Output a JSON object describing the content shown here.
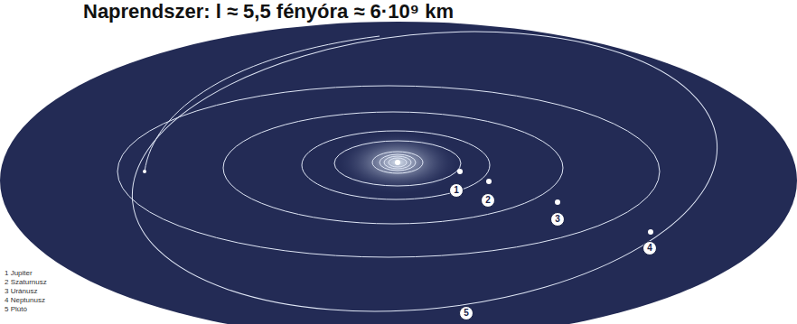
{
  "diagram": {
    "title": "Naprendszer: l ≈ 5,5 fényóra ≈ 6·10⁹ km",
    "nodes": [
      {
        "text": [
          "1"
        ]
      },
      {
        "text": [
          "2"
        ]
      },
      {
        "text": [
          "3"
        ]
      },
      {
        "text": [
          "4"
        ]
      },
      {
        "text": [
          "5"
        ]
      }
    ],
    "labels": [
      "1 Jupiter",
      "2 Szaturnusz",
      "3 Uránusz",
      "4 Neptunusz",
      "5 Plútó"
    ]
  }
}
